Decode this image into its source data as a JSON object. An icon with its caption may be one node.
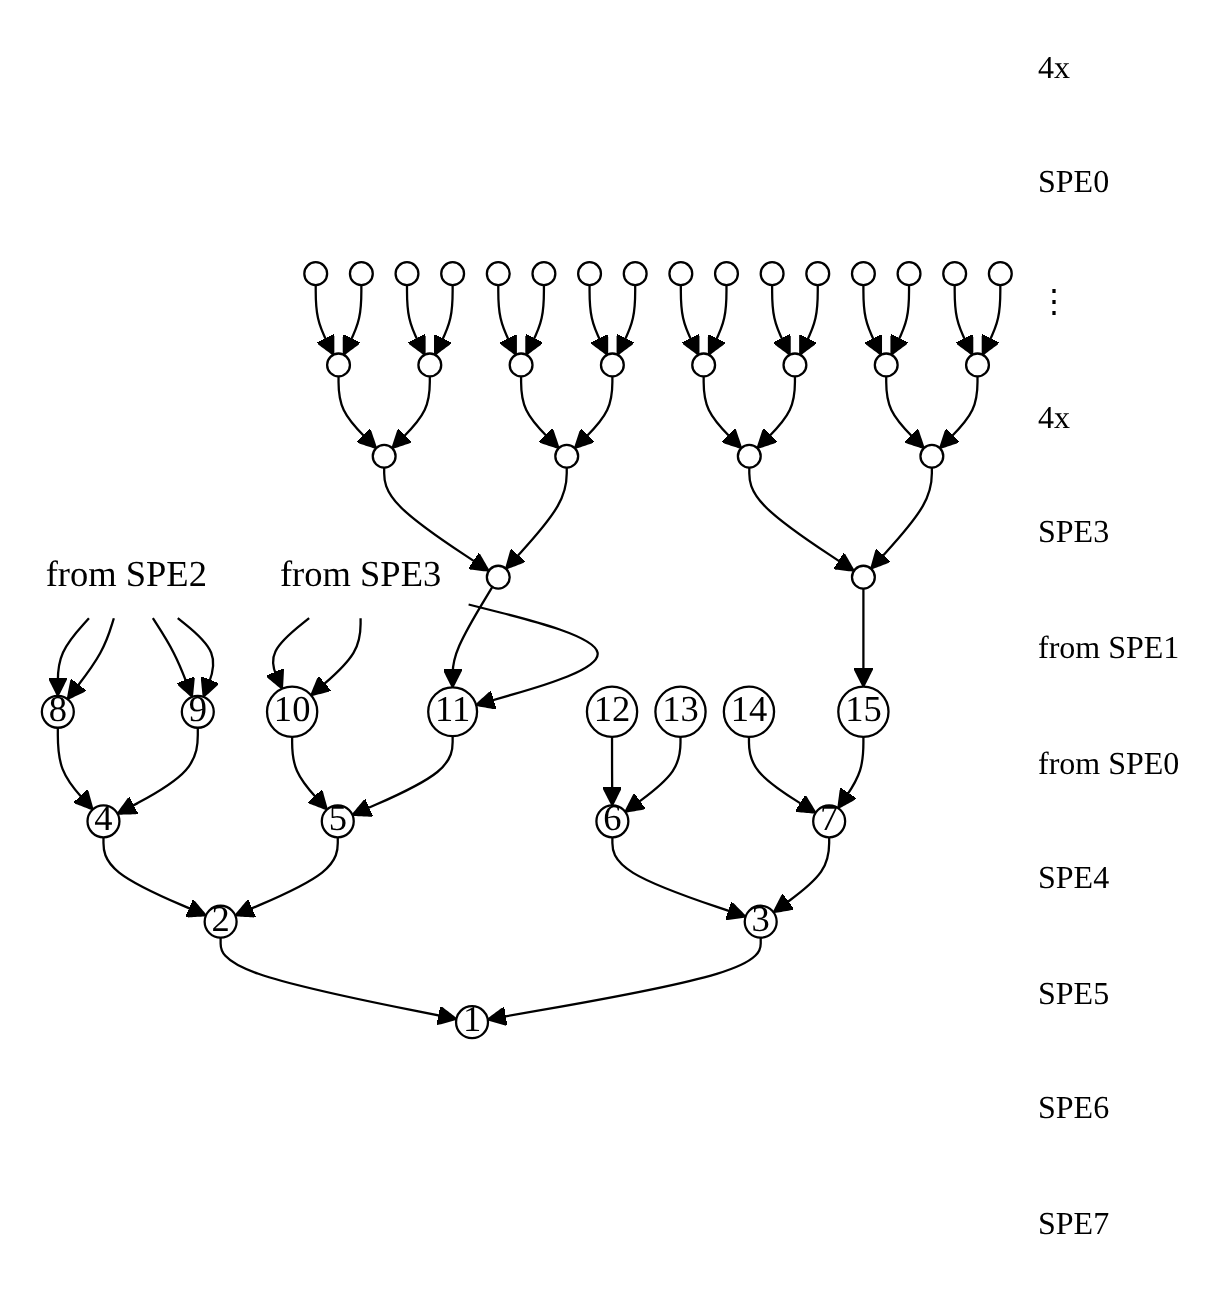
{
  "diagram": {
    "nodes": [
      {
        "text": [],
        "shape": "circle"
      },
      {
        "text": [],
        "shape": "circle"
      },
      {
        "text": [],
        "shape": "circle"
      },
      {
        "text": [],
        "shape": "circle"
      },
      {
        "text": [],
        "shape": "circle"
      },
      {
        "text": [],
        "shape": "circle"
      },
      {
        "text": [],
        "shape": "circle"
      },
      {
        "text": [],
        "shape": "circle"
      },
      {
        "text": [],
        "shape": "circle"
      },
      {
        "text": [],
        "shape": "circle"
      },
      {
        "text": [],
        "shape": "circle"
      },
      {
        "text": [],
        "shape": "circle"
      },
      {
        "text": [],
        "shape": "circle"
      },
      {
        "text": [],
        "shape": "circle"
      },
      {
        "text": [],
        "shape": "circle"
      },
      {
        "text": [],
        "shape": "circle"
      },
      {
        "text": [],
        "shape": "circle"
      },
      {
        "text": [],
        "shape": "circle"
      },
      {
        "text": [],
        "shape": "circle"
      },
      {
        "text": [],
        "shape": "circle"
      },
      {
        "text": [],
        "shape": "circle"
      },
      {
        "text": [],
        "shape": "circle"
      },
      {
        "text": [],
        "shape": "circle"
      },
      {
        "text": [],
        "shape": "circle"
      },
      {
        "text": [],
        "shape": "circle"
      },
      {
        "text": [],
        "shape": "circle"
      },
      {
        "text": [],
        "shape": "circle"
      },
      {
        "text": [],
        "shape": "circle"
      },
      {
        "text": [],
        "shape": "circle"
      },
      {
        "text": [],
        "shape": "circle"
      },
      {
        "text": [
          "12"
        ]
      },
      {
        "text": [
          "13"
        ]
      },
      {
        "text": [
          "14"
        ]
      },
      {
        "text": [
          "15"
        ]
      },
      {
        "text": [
          "6"
        ]
      },
      {
        "text": [
          "7"
        ]
      },
      {
        "text": [
          "from SPE2"
        ]
      },
      {
        "text": [
          "from SPE3"
        ]
      },
      {
        "text": [
          "8"
        ]
      },
      {
        "text": [
          "9"
        ]
      },
      {
        "text": [
          "10"
        ]
      },
      {
        "text": [
          "11"
        ]
      },
      {
        "text": [
          "4"
        ]
      },
      {
        "text": [
          "5"
        ]
      },
      {
        "text": [
          "2"
        ]
      },
      {
        "text": [
          "3"
        ]
      },
      {
        "text": [
          "1"
        ]
      }
    ],
    "edges": [
      {
        "from": 0,
        "to": 10,
        "arrow": "to"
      },
      {
        "from": 1,
        "to": 10,
        "arrow": "to"
      },
      {
        "from": 2,
        "to": 11,
        "arrow": "to"
      },
      {
        "from": 3,
        "to": 11,
        "arrow": "to"
      },
      {
        "from": 4,
        "to": 12,
        "arrow": "to"
      },
      {
        "from": 5,
        "to": 12,
        "arrow": "to"
      },
      {
        "from": 6,
        "to": 13,
        "arrow": "to"
      },
      {
        "from": 7,
        "to": 13,
        "arrow": "to"
      },
      {
        "from": 8,
        "to": 14,
        "arrow": "to"
      },
      {
        "from": 9,
        "to": 14,
        "arrow": "to"
      },
      {
        "from": 10,
        "to": 4,
        "arrow": "to"
      },
      {
        "from": 11,
        "to": 4,
        "arrow": "to"
      },
      {
        "from": 13,
        "to": 5,
        "arrow": "to"
      },
      {
        "from": 14,
        "to": 5,
        "arrow": "to"
      },
      {
        "from": 12,
        "to": 33,
        "arrow": "to"
      },
      {
        "from": 15,
        "to": 25,
        "arrow": "to"
      },
      {
        "from": 16,
        "to": 25,
        "arrow": "to"
      },
      {
        "from": 17,
        "to": 26,
        "arrow": "to"
      },
      {
        "from": 18,
        "to": 26,
        "arrow": "to"
      },
      {
        "from": 19,
        "to": 27,
        "arrow": "to"
      },
      {
        "from": 20,
        "to": 27,
        "arrow": "to"
      },
      {
        "from": 21,
        "to": 28,
        "arrow": "to"
      },
      {
        "from": 22,
        "to": 28,
        "arrow": "to"
      },
      {
        "from": 23,
        "to": 29,
        "arrow": "to"
      },
      {
        "from": 24,
        "to": 29,
        "arrow": "to"
      },
      {
        "from": 25,
        "to": 19,
        "arrow": "to"
      },
      {
        "from": 26,
        "to": 19,
        "arrow": "to"
      },
      {
        "from": 28,
        "to": 20,
        "arrow": "to"
      },
      {
        "from": 29,
        "to": 20,
        "arrow": "to"
      },
      {
        "from": 27,
        "to": 41,
        "arrow": "to"
      },
      {
        "from": 30,
        "to": 34,
        "arrow": "to"
      },
      {
        "from": 31,
        "to": 34,
        "arrow": "to"
      },
      {
        "from": 32,
        "to": 35,
        "arrow": "to"
      },
      {
        "from": 33,
        "to": 35,
        "arrow": "to"
      },
      {
        "from": 36,
        "to": 38,
        "arrow": "to"
      },
      {
        "from": 36,
        "to": 38,
        "arrow": "to"
      },
      {
        "from": 36,
        "to": 39,
        "arrow": "to"
      },
      {
        "from": 36,
        "to": 39,
        "arrow": "to"
      },
      {
        "from": 37,
        "to": 40,
        "arrow": "to"
      },
      {
        "from": 37,
        "to": 40,
        "arrow": "to"
      },
      {
        "from": 37,
        "to": 41,
        "arrow": "to"
      },
      {
        "from": 38,
        "to": 42,
        "arrow": "to"
      },
      {
        "from": 39,
        "to": 42,
        "arrow": "to"
      },
      {
        "from": 40,
        "to": 43,
        "arrow": "to"
      },
      {
        "from": 41,
        "to": 43,
        "arrow": "to"
      },
      {
        "from": 42,
        "to": 44,
        "arrow": "to"
      },
      {
        "from": 43,
        "to": 44,
        "arrow": "to"
      },
      {
        "from": 34,
        "to": 45,
        "arrow": "to"
      },
      {
        "from": 35,
        "to": 45,
        "arrow": "to"
      },
      {
        "from": 44,
        "to": 46,
        "arrow": "to"
      },
      {
        "from": 45,
        "to": 46,
        "arrow": "to"
      }
    ],
    "labels": [
      "4x",
      "SPE0",
      "⋮",
      "4x",
      "SPE3",
      "from SPE1",
      "from SPE0",
      "SPE4",
      "SPE5",
      "SPE6",
      "SPE7"
    ]
  }
}
